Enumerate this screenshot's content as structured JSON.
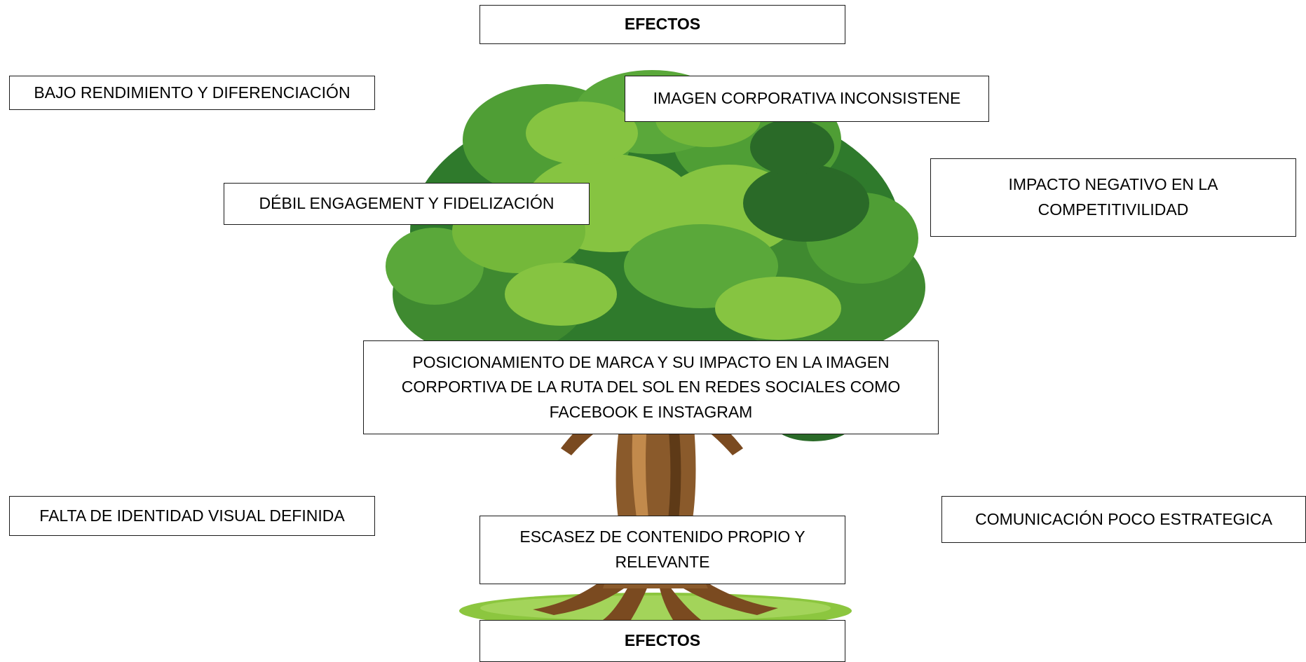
{
  "diagram": {
    "top_header": "EFECTOS",
    "bottom_header": "EFECTOS",
    "effects": {
      "low_performance": "BAJO RENDIMIENTO Y DIFERENCIACIÓN",
      "inconsistent_image": "IMAGEN CORPORATIVA INCONSISTENE",
      "weak_engagement": "DÉBIL ENGAGEMENT Y FIDELIZACIÓN",
      "competitiveness": "IMPACTO NEGATIVO EN LA COMPETITIVILIDAD"
    },
    "central_problem": "POSICIONAMIENTO DE MARCA Y SU IMPACTO EN LA IMAGEN CORPORTIVA DE LA RUTA DEL SOL EN REDES SOCIALES COMO FACEBOOK E INSTAGRAM",
    "causes": {
      "visual_identity": "FALTA DE IDENTIDAD VISUAL DEFINIDA",
      "content_scarcity": "ESCASEZ DE CONTENIDO PROPIO Y RELEVANTE",
      "communication": "COMUNICACIÓN POCO ESTRATEGICA"
    }
  },
  "colors": {
    "foliage_dark": "#2f7a2c",
    "foliage_mid": "#4f9e35",
    "foliage_light": "#86c441",
    "trunk": "#8a5a2b",
    "trunk_dark": "#5e3a17",
    "grass": "#8cc63f"
  }
}
